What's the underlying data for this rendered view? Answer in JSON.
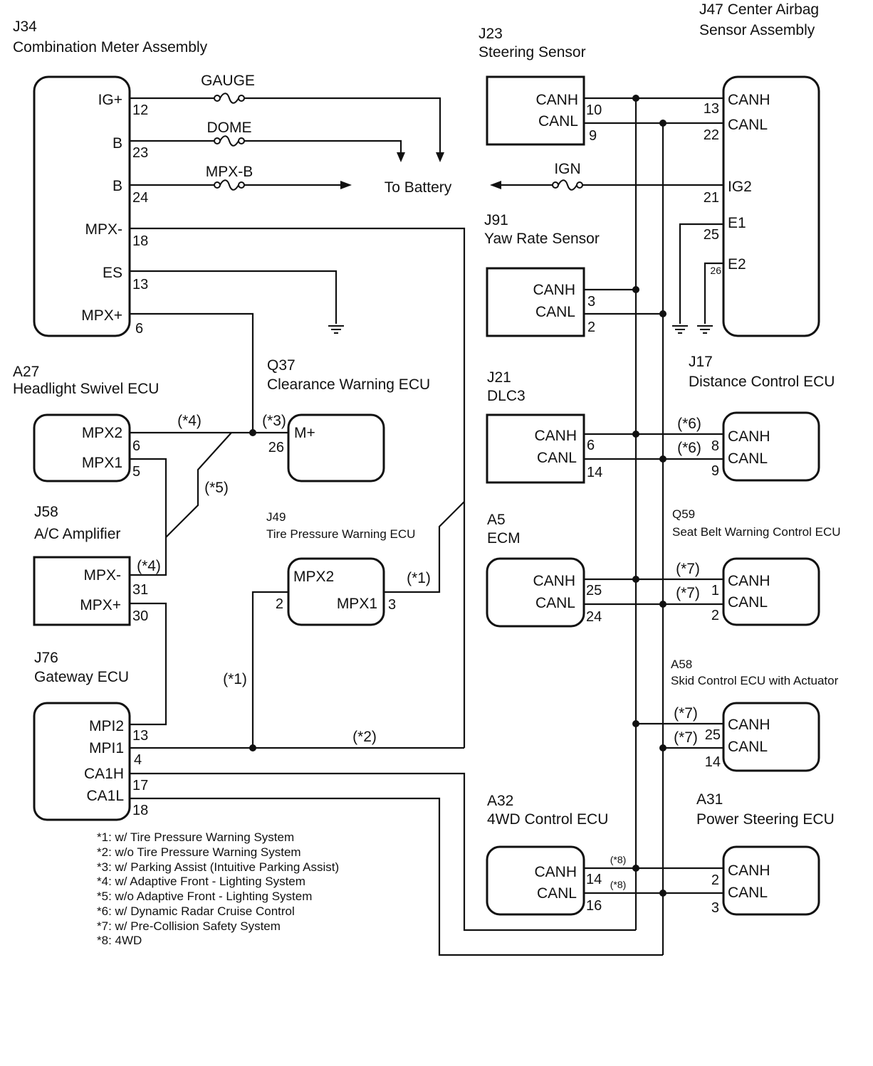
{
  "components": {
    "j34": {
      "code": "J34",
      "name": "Combination Meter Assembly",
      "pins": [
        "IG+",
        "B",
        "B",
        "MPX-",
        "ES",
        "MPX+"
      ],
      "nums": [
        "12",
        "23",
        "24",
        "18",
        "13",
        "6"
      ]
    },
    "j23": {
      "code": "J23",
      "name": "Steering Sensor",
      "pins": [
        "CANH",
        "CANL"
      ],
      "nums": [
        "10",
        "9"
      ]
    },
    "j47": {
      "line1": "J47 Center Airbag",
      "line2": "Sensor Assembly",
      "pins": [
        "CANH",
        "CANL",
        "IG2",
        "E1",
        "E2"
      ],
      "nums": [
        "13",
        "22",
        "21",
        "25",
        "26"
      ]
    },
    "j91": {
      "code": "J91",
      "name": "Yaw Rate Sensor",
      "pins": [
        "CANH",
        "CANL"
      ],
      "nums": [
        "3",
        "2"
      ]
    },
    "a27": {
      "code": "A27",
      "name": "Headlight Swivel ECU",
      "pins": [
        "MPX2",
        "MPX1"
      ],
      "nums": [
        "6",
        "5"
      ]
    },
    "q37": {
      "code": "Q37",
      "name": "Clearance Warning ECU",
      "pins": [
        "M+"
      ],
      "nums": [
        "26"
      ]
    },
    "j21": {
      "code": "J21",
      "name": "DLC3",
      "pins": [
        "CANH",
        "CANL"
      ],
      "nums": [
        "6",
        "14"
      ]
    },
    "j17": {
      "code": "J17",
      "name": "Distance Control ECU",
      "pins": [
        "CANH",
        "CANL"
      ],
      "nums": [
        "8",
        "9"
      ]
    },
    "j58": {
      "code": "J58",
      "name": "A/C Amplifier",
      "pins": [
        "MPX-",
        "MPX+"
      ],
      "nums": [
        "31",
        "30"
      ]
    },
    "j49": {
      "code": "J49",
      "name": "Tire Pressure Warning ECU",
      "pins": [
        "MPX2",
        "MPX1"
      ],
      "nums": [
        "2",
        "3"
      ]
    },
    "a5": {
      "code": "A5",
      "name": "ECM",
      "pins": [
        "CANH",
        "CANL"
      ],
      "nums": [
        "25",
        "24"
      ]
    },
    "q59": {
      "code": "Q59",
      "name": "Seat Belt Warning Control ECU",
      "pins": [
        "CANH",
        "CANL"
      ],
      "nums": [
        "1",
        "2"
      ]
    },
    "j76": {
      "code": "J76",
      "name": "Gateway ECU",
      "pins": [
        "MPI2",
        "MPI1",
        "CA1H",
        "CA1L"
      ],
      "nums": [
        "13",
        "4",
        "17",
        "18"
      ]
    },
    "a58": {
      "code": "A58",
      "name": "Skid Control ECU with Actuator",
      "pins": [
        "CANH",
        "CANL"
      ],
      "nums": [
        "25",
        "14"
      ]
    },
    "a32": {
      "code": "A32",
      "name": "4WD Control ECU",
      "pins": [
        "CANH",
        "CANL"
      ],
      "nums": [
        "14",
        "16"
      ]
    },
    "a31": {
      "code": "A31",
      "name": "Power Steering ECU",
      "pins": [
        "CANH",
        "CANL"
      ],
      "nums": [
        "2",
        "3"
      ]
    }
  },
  "fuses": {
    "gauge": "GAUGE",
    "dome": "DOME",
    "mpxb": "MPX-B",
    "ign": "IGN"
  },
  "to_battery": "To Battery",
  "conditions": {
    "c1": "(*1)",
    "c2": "(*2)",
    "c3": "(*3)",
    "c4": "(*4)",
    "c5": "(*5)",
    "c6": "(*6)",
    "c7": "(*7)",
    "c8": "(*8)"
  },
  "footnotes": [
    "*1: w/ Tire Pressure Warning System",
    "*2: w/o Tire Pressure Warning System",
    "*3: w/ Parking Assist (Intuitive Parking Assist)",
    "*4: w/ Adaptive Front - Lighting System",
    "*5: w/o Adaptive Front - Lighting System",
    "*6: w/ Dynamic Radar Cruise Control",
    "*7: w/ Pre-Collision Safety System",
    "*8: 4WD"
  ]
}
